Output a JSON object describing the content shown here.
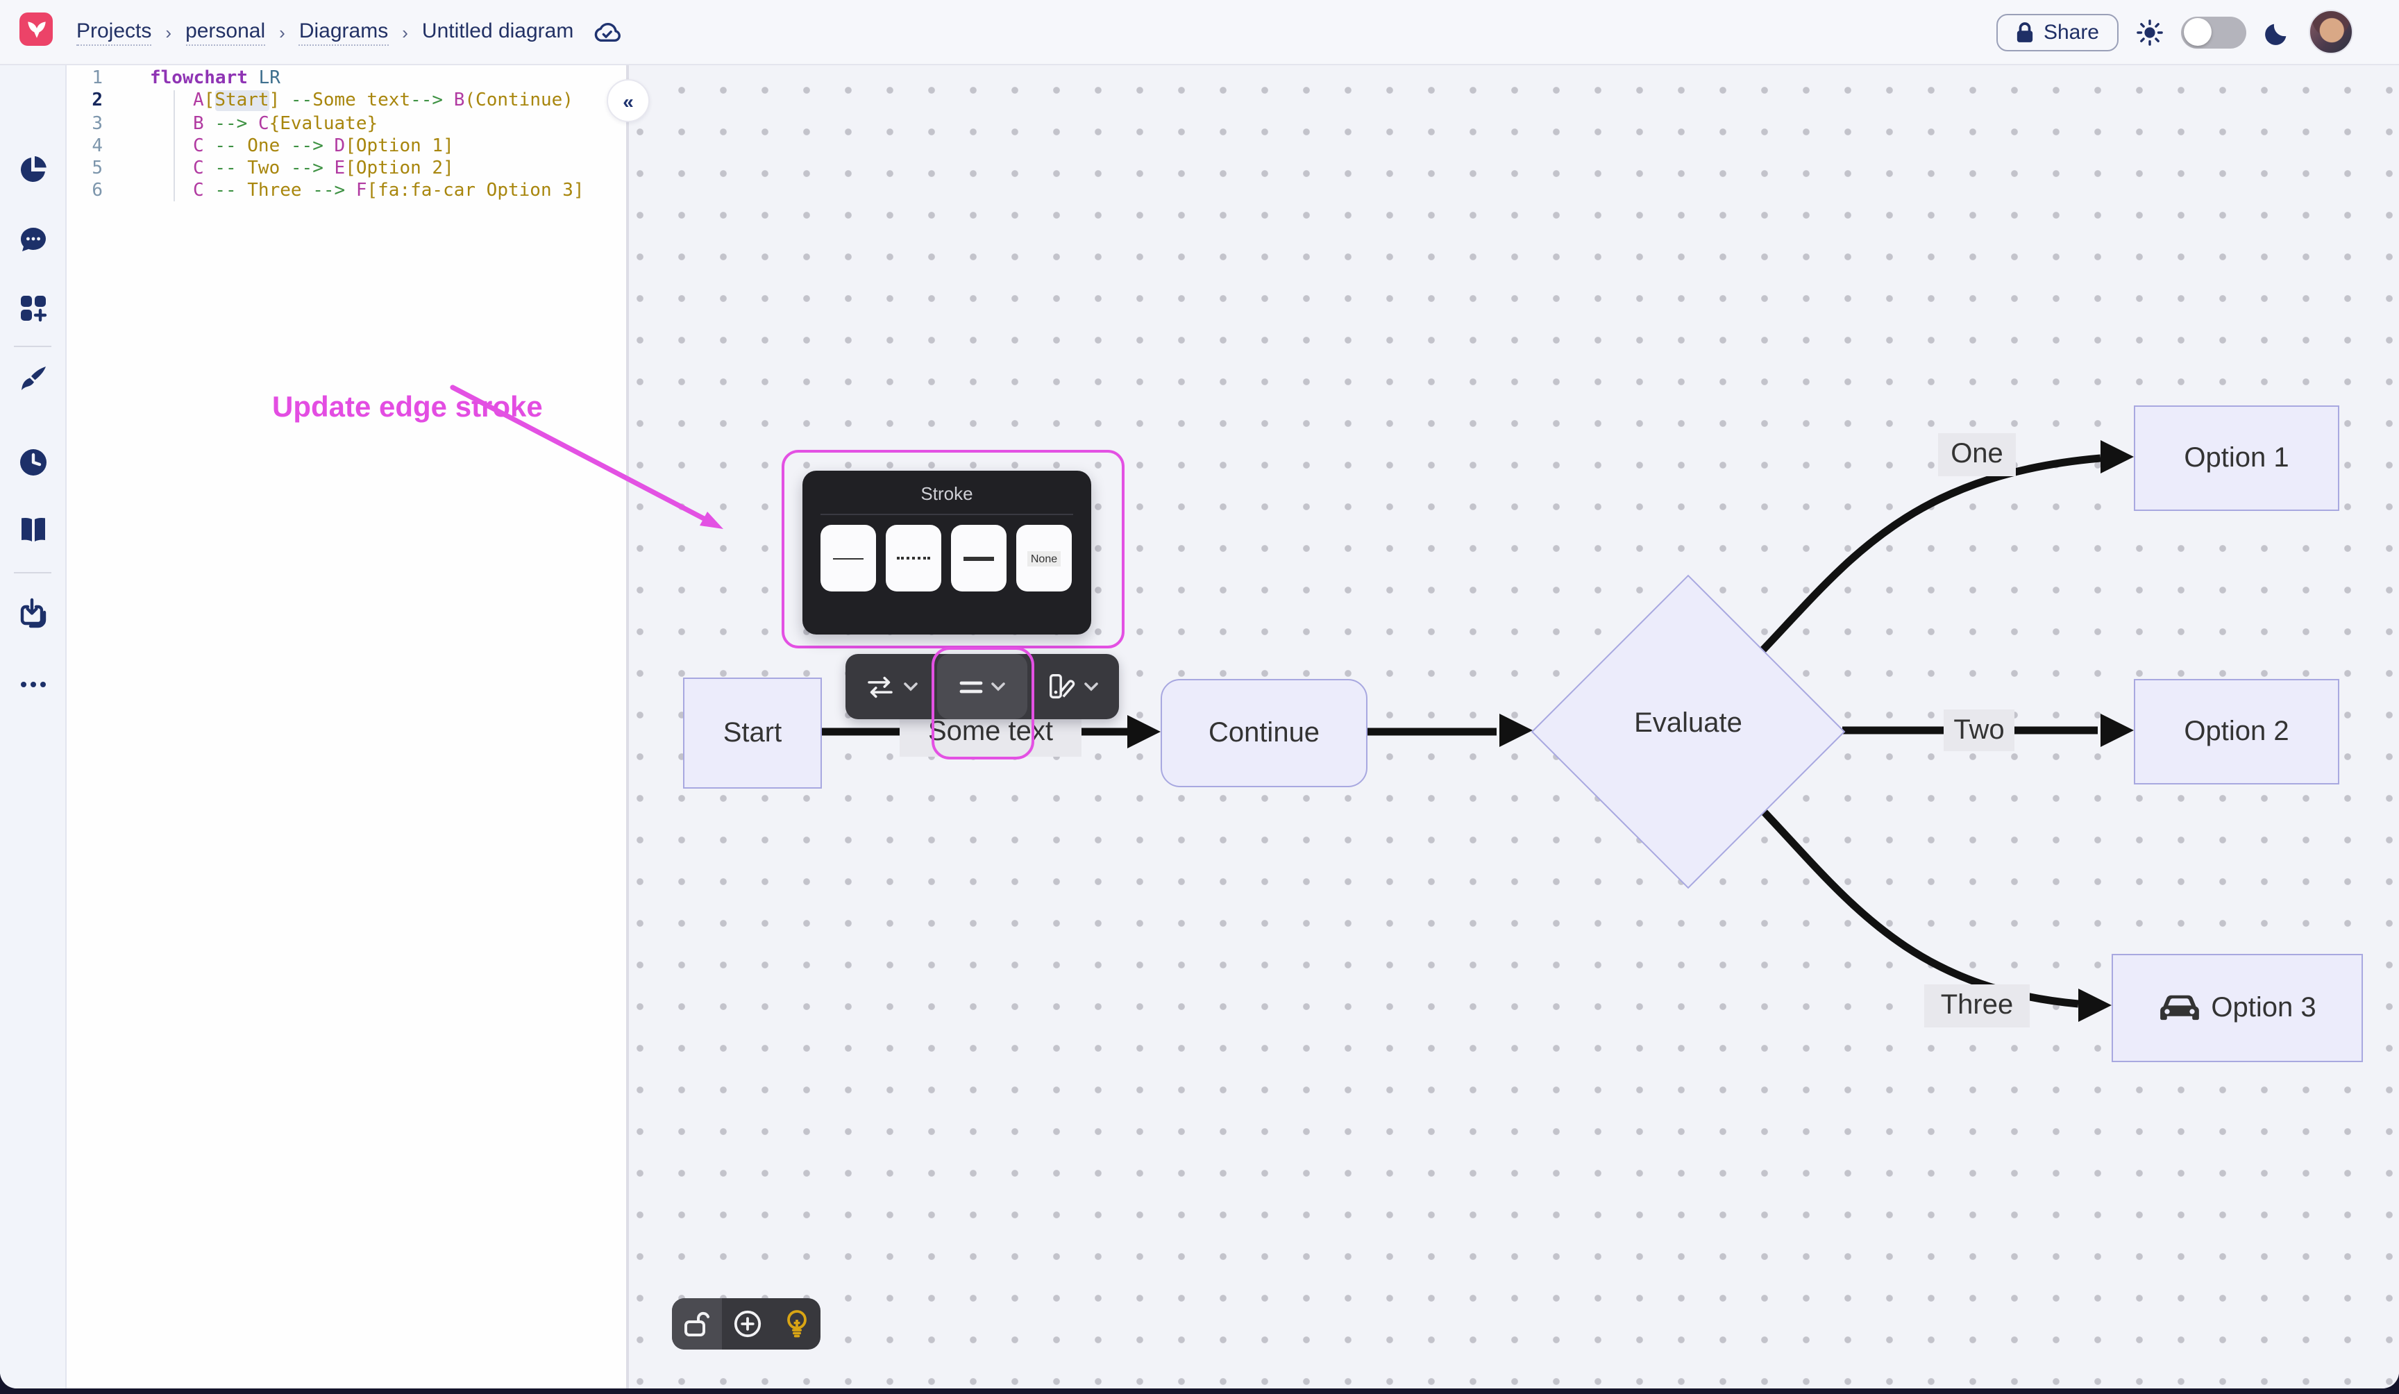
{
  "nav": {
    "breadcrumbs": [
      {
        "label": "Projects"
      },
      {
        "label": "personal"
      },
      {
        "label": "Diagrams"
      },
      {
        "label": "Untitled diagram"
      }
    ],
    "share_label": "Share"
  },
  "sidebar": {
    "icons": [
      "mermaid-logo",
      "pie-chart",
      "chat",
      "shapes-add",
      "paintbrush",
      "history-clock",
      "docs-book",
      "download",
      "more-ellipsis"
    ]
  },
  "editor": {
    "lines": [
      {
        "num": "1",
        "indent": false,
        "active": false,
        "tokens": [
          [
            "kw",
            "flowchart"
          ],
          [
            "pl",
            " "
          ],
          [
            "dir",
            "LR"
          ]
        ]
      },
      {
        "num": "2",
        "indent": true,
        "active": true,
        "tokens": [
          [
            "id",
            "A"
          ],
          [
            "lb",
            "["
          ],
          [
            "hl",
            "Start"
          ],
          [
            "lb",
            "]"
          ],
          [
            "pl",
            " "
          ],
          [
            "ar",
            "--"
          ],
          [
            "lb",
            "Some text"
          ],
          [
            "ar",
            "--&gt;"
          ],
          [
            "pl",
            " "
          ],
          [
            "id",
            "B"
          ],
          [
            "lb",
            "(Continue)"
          ]
        ]
      },
      {
        "num": "3",
        "indent": true,
        "active": false,
        "tokens": [
          [
            "id",
            "B"
          ],
          [
            "pl",
            " "
          ],
          [
            "ar",
            "--&gt;"
          ],
          [
            "pl",
            " "
          ],
          [
            "id",
            "C"
          ],
          [
            "lb",
            "{Evaluate}"
          ]
        ]
      },
      {
        "num": "4",
        "indent": true,
        "active": false,
        "tokens": [
          [
            "id",
            "C"
          ],
          [
            "pl",
            " "
          ],
          [
            "ar",
            "--"
          ],
          [
            "pl",
            " "
          ],
          [
            "lb",
            "One"
          ],
          [
            "pl",
            " "
          ],
          [
            "ar",
            "--&gt;"
          ],
          [
            "pl",
            " "
          ],
          [
            "id",
            "D"
          ],
          [
            "lb",
            "[Option 1]"
          ]
        ]
      },
      {
        "num": "5",
        "indent": true,
        "active": false,
        "tokens": [
          [
            "id",
            "C"
          ],
          [
            "pl",
            " "
          ],
          [
            "ar",
            "--"
          ],
          [
            "pl",
            " "
          ],
          [
            "lb",
            "Two"
          ],
          [
            "pl",
            " "
          ],
          [
            "ar",
            "--&gt;"
          ],
          [
            "pl",
            " "
          ],
          [
            "id",
            "E"
          ],
          [
            "lb",
            "[Option 2]"
          ]
        ]
      },
      {
        "num": "6",
        "indent": true,
        "active": false,
        "tokens": [
          [
            "id",
            "C"
          ],
          [
            "pl",
            " "
          ],
          [
            "ar",
            "--"
          ],
          [
            "pl",
            " "
          ],
          [
            "lb",
            "Three"
          ],
          [
            "pl",
            " "
          ],
          [
            "ar",
            "--&gt;"
          ],
          [
            "pl",
            " "
          ],
          [
            "id",
            "F"
          ],
          [
            "lb",
            "[fa:fa-car Option 3]"
          ]
        ]
      }
    ]
  },
  "annotation": {
    "text": "Update edge stroke"
  },
  "popup": {
    "title": "Stroke",
    "options": [
      "solid-thin",
      "dotted",
      "solid-thick",
      "none"
    ],
    "none_label": "None"
  },
  "diagram": {
    "nodes": {
      "start": "Start",
      "continue": "Continue",
      "evaluate": "Evaluate",
      "option1": "Option 1",
      "option2": "Option 2",
      "option3": "Option 3"
    },
    "edge_labels": {
      "some_text": "Some text",
      "one": "One",
      "two": "Two",
      "three": "Three"
    }
  },
  "colors": {
    "brand_red": "#ec4368",
    "navy": "#1f2f66",
    "magenta_annotation": "#e351e3",
    "node_fill": "#ececfb",
    "node_border": "#a8a8e0",
    "edge_black": "#111111",
    "panel_dark": "#202024",
    "bulb_gold": "#d9a514"
  }
}
